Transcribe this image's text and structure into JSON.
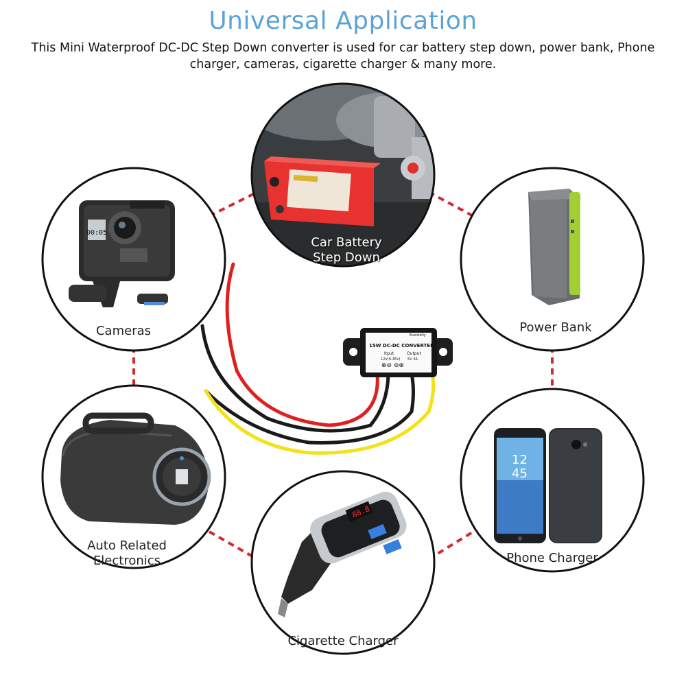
{
  "header": {
    "title": "Universal Application",
    "subtitle": "This Mini Waterproof DC-DC Step Down converter is used for car battery step down, power bank, Phone charger, cameras, cigarette charger & many more."
  },
  "applications": {
    "car_battery_line1": "Car Battery",
    "car_battery_line2": "Step Down",
    "cameras": "Cameras",
    "power_bank": "Power Bank",
    "auto_line1": "Auto Related",
    "auto_line2": "Electronics",
    "phone_charger": "Phone Charger",
    "cigarette_charger": "Cigarette Charger"
  },
  "converter": {
    "brand": "Eventetly",
    "model": "15W DC-DC CONVERTER",
    "input_label": "Itput",
    "output_label": "Output",
    "input_spec": "12V(9-36V)",
    "output_spec": "5V 3A"
  },
  "phone": {
    "time_hour": "12",
    "time_min": "45"
  },
  "colors": {
    "title_blue": "#5ba3d6",
    "connector_red": "#d42a2a",
    "wire_red": "#e02020",
    "wire_black": "#1a1a1a",
    "wire_yellow": "#f2e21b"
  }
}
